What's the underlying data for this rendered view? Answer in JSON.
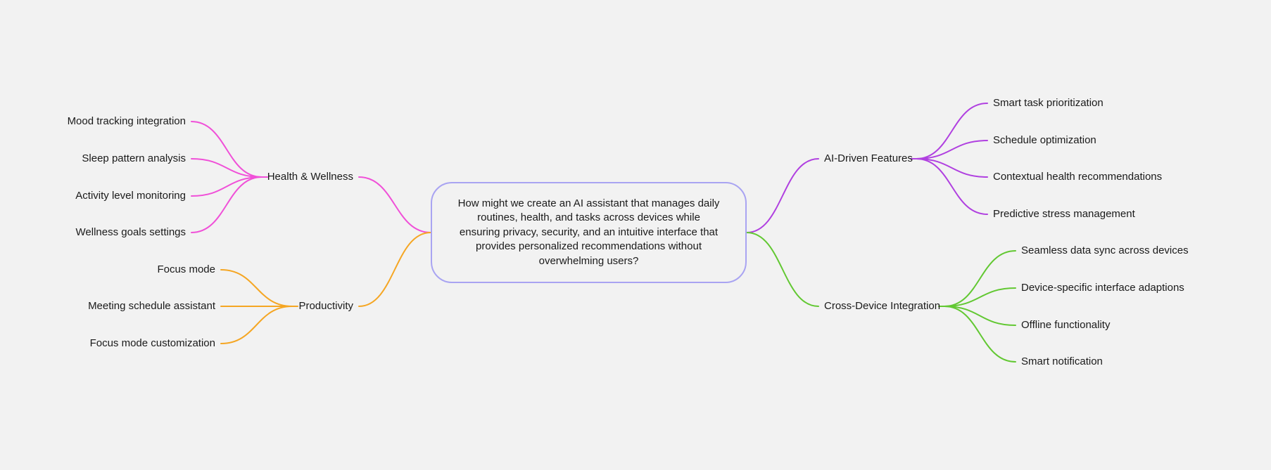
{
  "central_topic": "How might we create an AI assistant that manages daily routines, health, and tasks across devices while ensuring privacy, security, and an intuitive interface that provides personalized recommendations without overwhelming users?",
  "colors": {
    "background": "#f2f2f2",
    "central_border": "#a9a4f2",
    "health": "#f050d8",
    "productivity": "#f5a623",
    "ai": "#b040e0",
    "cross_device": "#62c832"
  },
  "branches": {
    "health": {
      "label": "Health & Wellness",
      "children": [
        "Mood tracking integration",
        "Sleep pattern analysis",
        "Activity level monitoring",
        "Wellness goals settings"
      ]
    },
    "productivity": {
      "label": "Productivity",
      "children": [
        "Focus mode",
        "Meeting schedule assistant",
        "Focus mode customization"
      ]
    },
    "ai": {
      "label": "AI-Driven Features",
      "children": [
        "Smart task prioritization",
        "Schedule optimization",
        "Contextual health recommendations",
        "Predictive stress management"
      ]
    },
    "cross_device": {
      "label": "Cross-Device Integration",
      "children": [
        "Seamless data sync across devices",
        "Device-specific interface adaptions",
        "Offline functionality",
        "Smart notification"
      ]
    }
  }
}
